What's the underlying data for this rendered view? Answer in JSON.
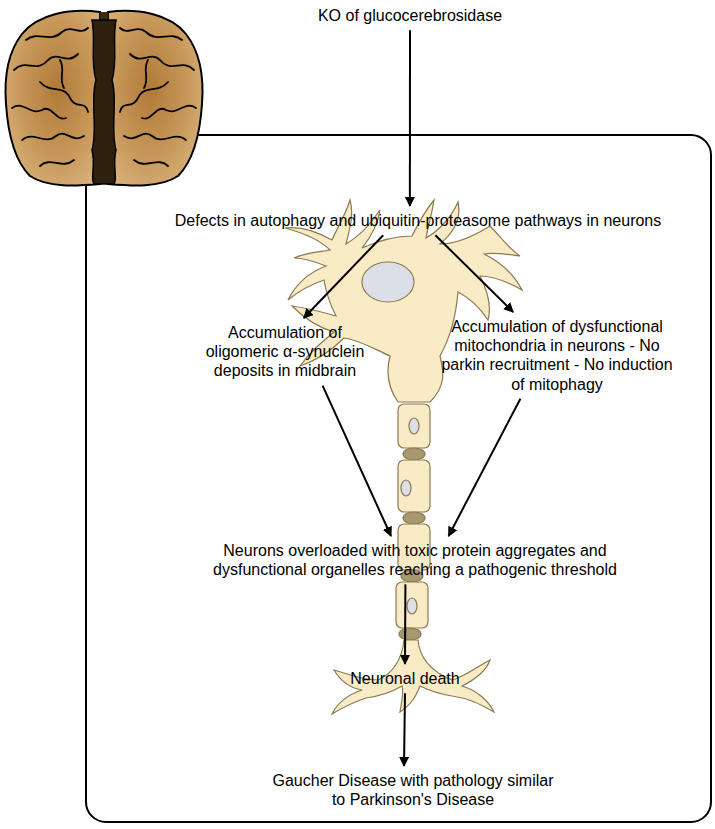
{
  "diagram": {
    "nodes": [
      {
        "text": [
          "KO of glucocerebrosidase"
        ]
      },
      {
        "text": [
          "Defects in autophagy and ubiquitin-proteasome pathways in neurons"
        ]
      },
      {
        "text": [
          "Accumulation of oligomeric α-synuclein deposits in midbrain"
        ]
      },
      {
        "text": [
          "Accumulation of dysfunctional mitochondria in neurons - No parkin recruitment - No induction of mitophagy"
        ]
      },
      {
        "text": [
          "Neurons overloaded with toxic protein aggregates and dysfunctional organelles reaching a pathogenic threshold"
        ]
      },
      {
        "text": [
          "Neuronal death"
        ]
      },
      {
        "text": [
          "Gaucher Disease with pathology similar to Parkinson's Disease"
        ]
      }
    ],
    "edges": [
      {
        "from": 0,
        "to": 1,
        "arrow": "to"
      },
      {
        "from": 1,
        "to": 2,
        "arrow": "to"
      },
      {
        "from": 1,
        "to": 3,
        "arrow": "to"
      },
      {
        "from": 2,
        "to": 4,
        "arrow": "to"
      },
      {
        "from": 3,
        "to": 4,
        "arrow": "to"
      },
      {
        "from": 4,
        "to": 5,
        "arrow": "to"
      },
      {
        "from": 5,
        "to": 6,
        "arrow": "to"
      }
    ]
  }
}
